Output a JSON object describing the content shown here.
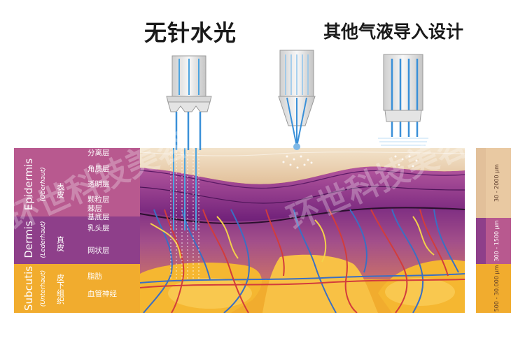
{
  "titles": {
    "left": "无针水光",
    "right": "其他气液导入设计"
  },
  "layers": {
    "epidermis": {
      "latin": "Epidermis",
      "german": "(Oberhaut)",
      "zh": "表皮"
    },
    "dermis": {
      "latin": "Dermis",
      "german": "(Lederhaut)",
      "zh": "真皮"
    },
    "subcutis": {
      "latin": "Subcutis",
      "german": "(Unterhaut)",
      "zh": "皮下组织"
    }
  },
  "sublayers": [
    "分离层",
    "角质层",
    "透明层",
    "颗粒层",
    "棘层",
    "基底层",
    "乳头层",
    "网状层",
    "脂肪",
    "血管神经"
  ],
  "thickness": {
    "epidermis": "30 - 2000 µm",
    "dermis": "300 - 1500 µm",
    "subcutis": "500 - 30.000 µm"
  },
  "watermark": "环世科技美容",
  "colors": {
    "epidermis_band": "#b8598f",
    "dermis_band": "#8e3f8a",
    "subcutis_band": "#f1ac2e",
    "skin_surface": "#e9c9a2",
    "purple": "#7b2a84",
    "fat": "#f5b731",
    "nerve_blue": "#3a6fc4",
    "vessel_red": "#d23c3c"
  }
}
